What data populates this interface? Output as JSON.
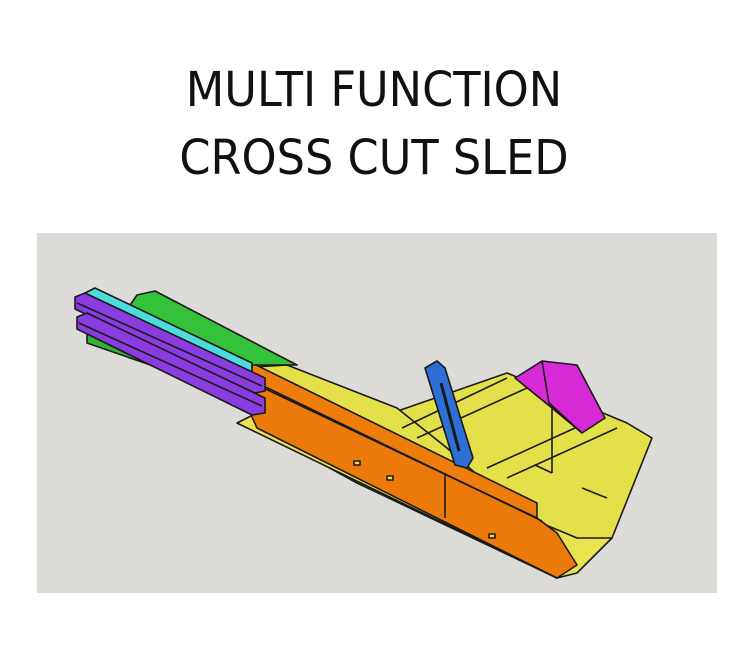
{
  "title": {
    "line1": "MULTI FUNCTION",
    "line2": "CROSS CUT SLED"
  },
  "illustration": {
    "subject": "cross cut sled 3D model",
    "colors": {
      "background": "#dcdbd8",
      "base": "#e4e04a",
      "fence": "#ec7a0a",
      "green_block": "#34c23a",
      "cyan_runner": "#4cdcdc",
      "purple_runner": "#8a3ce0",
      "blue_arm": "#2e6fd6",
      "magenta_block": "#d62ad6",
      "outline": "#1a1a1a"
    }
  }
}
